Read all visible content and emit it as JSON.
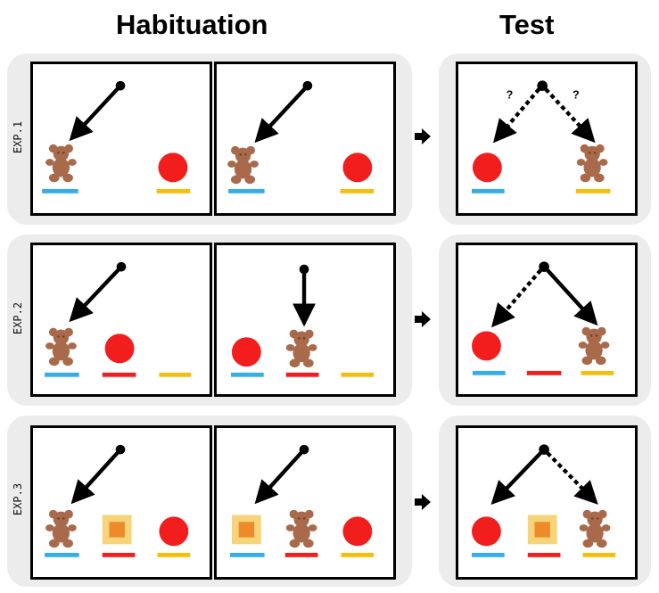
{
  "headings": {
    "habituation": "Habituation",
    "test": "Test"
  },
  "experiments": [
    {
      "label": "EXP.1",
      "question_mark": "?"
    },
    {
      "label": "EXP.2"
    },
    {
      "label": "EXP.3"
    }
  ],
  "colors": {
    "blue": "#34aee8",
    "red": "#f21d1d",
    "yellow": "#f5be0b",
    "bear": "#a86a4a",
    "box_outer": "#f6d47a",
    "box_inner": "#ee8a2a",
    "background": "#ececec"
  },
  "icons": [
    "teddy-bear-icon",
    "red-ball-icon",
    "toy-box-icon",
    "hand-pointer-icon"
  ]
}
